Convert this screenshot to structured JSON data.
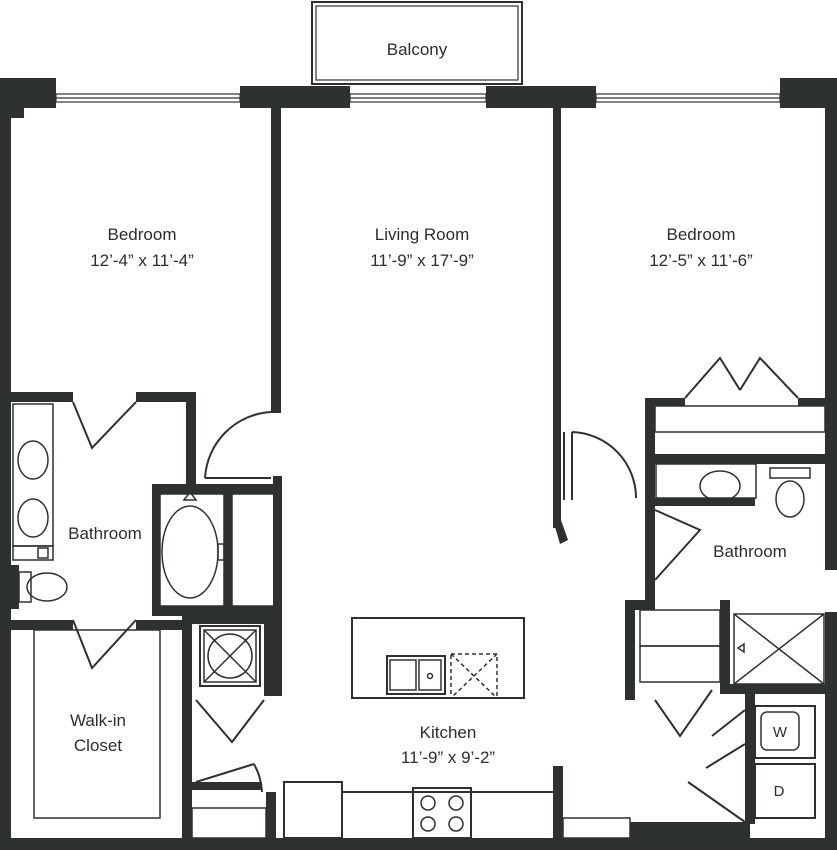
{
  "colors": {
    "wall": "#2e322f",
    "background": "#ffffff",
    "text": "#2b2e2c"
  },
  "rooms": {
    "balcony": {
      "name": "Balcony"
    },
    "bedroom_left": {
      "name": "Bedroom",
      "dimensions": "12’-4” x 11’-4”"
    },
    "living_room": {
      "name": "Living Room",
      "dimensions": "11’-9” x 17’-9”"
    },
    "bedroom_right": {
      "name": "Bedroom",
      "dimensions": "12’-5” x 11’-6”"
    },
    "bathroom_left": {
      "name": "Bathroom"
    },
    "bathroom_right": {
      "name": "Bathroom"
    },
    "walk_in_closet": {
      "line1": "Walk-in",
      "line2": "Closet"
    },
    "kitchen": {
      "name": "Kitchen",
      "dimensions": "11’-9” x 9’-2”"
    }
  },
  "appliances": {
    "washer": "W",
    "dryer": "D"
  }
}
